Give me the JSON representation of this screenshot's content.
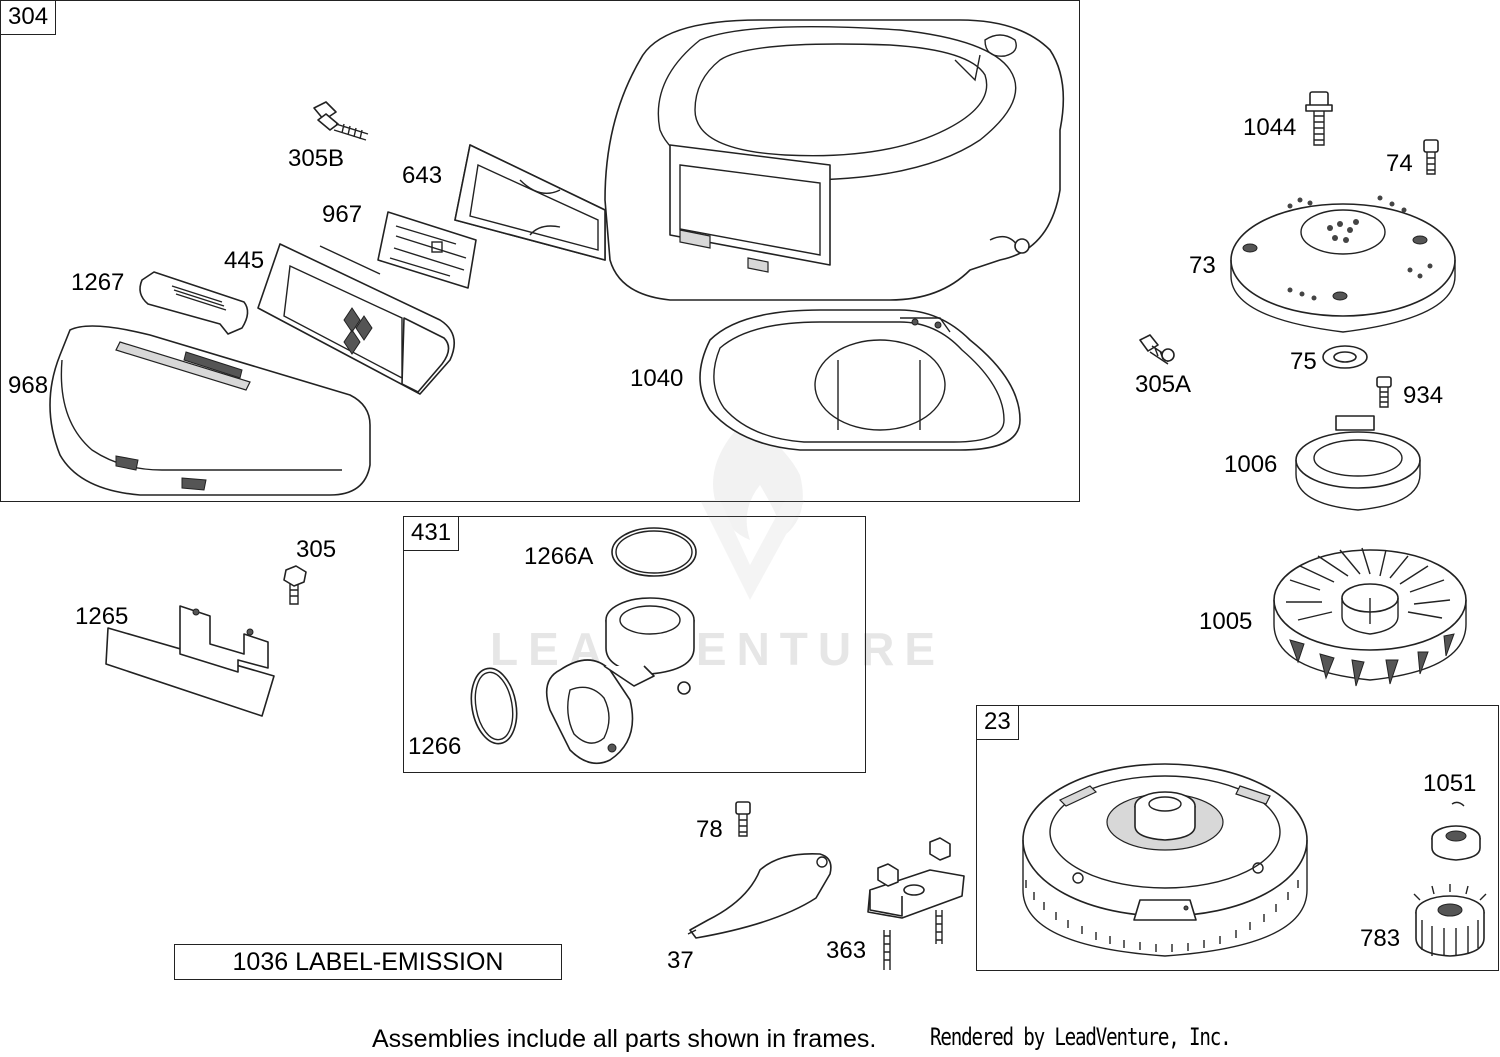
{
  "frames": {
    "f304": "304",
    "f431": "431",
    "f23": "23"
  },
  "callouts": {
    "c305B": "305B",
    "c643": "643",
    "c967": "967",
    "c445": "445",
    "c1267": "1267",
    "c968": "968",
    "c1040": "1040",
    "c1044": "1044",
    "c74": "74",
    "c73": "73",
    "c305A": "305A",
    "c75": "75",
    "c934": "934",
    "c1006": "1006",
    "c1005": "1005",
    "c305": "305",
    "c1265": "1265",
    "c1266A": "1266A",
    "c1266": "1266",
    "c78": "78",
    "c37": "37",
    "c363": "363",
    "c1051": "1051",
    "c783": "783"
  },
  "emission_label": "1036 LABEL-EMISSION",
  "footer": {
    "note": "Assemblies include all parts shown in frames.",
    "credit": "Rendered by LeadVenture, Inc."
  },
  "watermark": "LEADVENTURE"
}
